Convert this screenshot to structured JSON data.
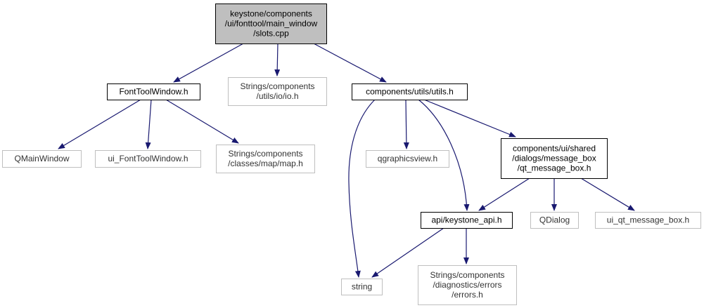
{
  "colors": {
    "edge": "#191970",
    "focus_fill": "#bfbfbf",
    "node_border": "#000000",
    "external_border": "#bfbfbf",
    "background": "#ffffff"
  },
  "nodes": {
    "slots_cpp": {
      "lines": [
        "keystone/components",
        "/ui/fonttool/main_window",
        "/slots.cpp"
      ],
      "kind": "focus"
    },
    "font_tool_window_h": {
      "lines": [
        "FontToolWindow.h"
      ],
      "kind": "local"
    },
    "io_h": {
      "lines": [
        "Strings/components",
        "/utils/io/io.h"
      ],
      "kind": "external"
    },
    "utils_h": {
      "lines": [
        "components/utils/utils.h"
      ],
      "kind": "local"
    },
    "qmainwindow": {
      "lines": [
        "QMainWindow"
      ],
      "kind": "external"
    },
    "ui_font_tool_window_h": {
      "lines": [
        "ui_FontToolWindow.h"
      ],
      "kind": "external"
    },
    "map_h": {
      "lines": [
        "Strings/components",
        "/classes/map/map.h"
      ],
      "kind": "external"
    },
    "qgraphicsview_h": {
      "lines": [
        "qgraphicsview.h"
      ],
      "kind": "external"
    },
    "qt_message_box_h": {
      "lines": [
        "components/ui/shared",
        "/dialogs/message_box",
        "/qt_message_box.h"
      ],
      "kind": "local"
    },
    "keystone_api_h": {
      "lines": [
        "api/keystone_api.h"
      ],
      "kind": "local"
    },
    "qdialog": {
      "lines": [
        "QDialog"
      ],
      "kind": "external"
    },
    "ui_qt_message_box_h": {
      "lines": [
        "ui_qt_message_box.h"
      ],
      "kind": "external"
    },
    "string": {
      "lines": [
        "string"
      ],
      "kind": "external"
    },
    "errors_h": {
      "lines": [
        "Strings/components",
        "/diagnostics/errors",
        "/errors.h"
      ],
      "kind": "external"
    }
  },
  "edges": [
    {
      "from": "slots_cpp",
      "to": "font_tool_window_h"
    },
    {
      "from": "slots_cpp",
      "to": "io_h"
    },
    {
      "from": "slots_cpp",
      "to": "utils_h"
    },
    {
      "from": "font_tool_window_h",
      "to": "qmainwindow"
    },
    {
      "from": "font_tool_window_h",
      "to": "ui_font_tool_window_h"
    },
    {
      "from": "font_tool_window_h",
      "to": "map_h"
    },
    {
      "from": "utils_h",
      "to": "string"
    },
    {
      "from": "utils_h",
      "to": "qgraphicsview_h"
    },
    {
      "from": "utils_h",
      "to": "keystone_api_h"
    },
    {
      "from": "utils_h",
      "to": "qt_message_box_h"
    },
    {
      "from": "qt_message_box_h",
      "to": "keystone_api_h"
    },
    {
      "from": "qt_message_box_h",
      "to": "qdialog"
    },
    {
      "from": "qt_message_box_h",
      "to": "ui_qt_message_box_h"
    },
    {
      "from": "keystone_api_h",
      "to": "string"
    },
    {
      "from": "keystone_api_h",
      "to": "errors_h"
    }
  ]
}
